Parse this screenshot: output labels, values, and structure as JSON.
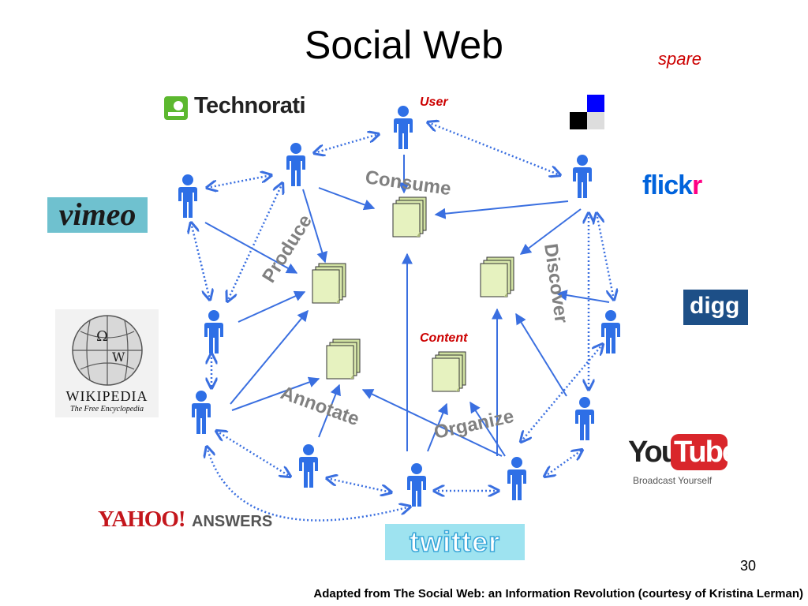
{
  "slide": {
    "title": "Social Web",
    "tag": "spare",
    "page_number": "30",
    "footer": "Adapted from The Social Web: an Information Revolution (courtesy of Kristina Lerman)"
  },
  "diagram": {
    "labels": {
      "user": "User",
      "content": "Content",
      "consume": "Consume",
      "produce": "Produce",
      "discover": "Discover",
      "annotate": "Annotate",
      "organize": "Organize"
    }
  },
  "logos": {
    "technorati": "Technorati",
    "vimeo": "vimeo",
    "wikipedia_name": "WIKIPEDIA",
    "wikipedia_sub": "The Free Encyclopedia",
    "yahoo": "YAHOO!",
    "yahoo_answers": "ANSWERS",
    "twitter": "twitter",
    "flickr_dark": "flick",
    "flickr_pink": "r",
    "digg": "digg",
    "youtube_you": "You",
    "youtube_tube": "Tube",
    "youtube_tagline": "Broadcast Yourself"
  },
  "colors": {
    "arrow": "#3a6fe0",
    "person": "#2e6fe6",
    "doc": "#e6f2bf",
    "label_gray": "#808080",
    "red": "#cc0000"
  }
}
